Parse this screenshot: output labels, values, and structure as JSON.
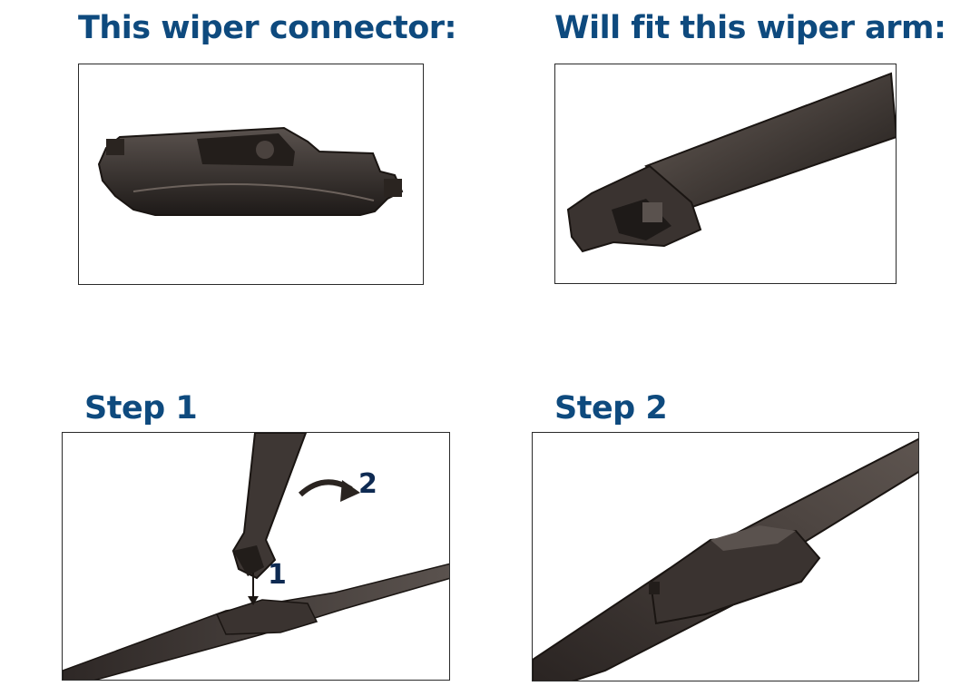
{
  "colors": {
    "heading": "#0e4a7e",
    "border": "#2a2a2a",
    "part": "#3a3330"
  },
  "top_left": {
    "heading": "This wiper connector:",
    "image_icon": "wiper-connector-icon"
  },
  "top_right": {
    "heading": "Will fit this wiper arm:",
    "image_icon": "wiper-arm-tip-icon"
  },
  "step1": {
    "heading": "Step 1",
    "label_down": "1",
    "label_rotate": "2",
    "image_icon": "arm-insertion-icon"
  },
  "step2": {
    "heading": "Step 2",
    "image_icon": "arm-attached-icon"
  }
}
